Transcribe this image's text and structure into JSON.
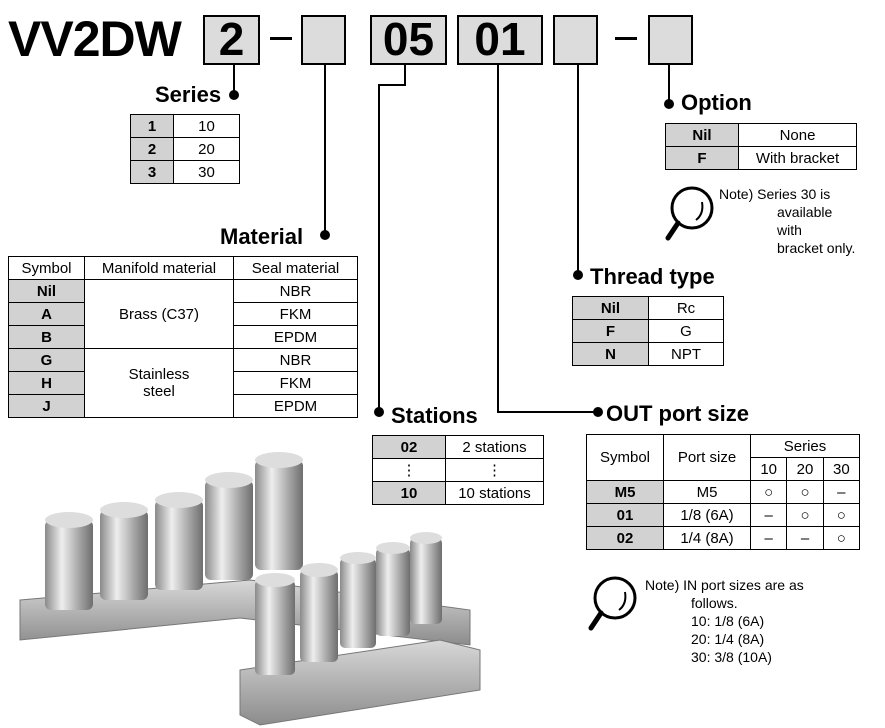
{
  "model": {
    "prefix": "VV2DW",
    "boxes": [
      "2",
      "",
      "05",
      "01",
      "",
      ""
    ],
    "dash": "–"
  },
  "series": {
    "title": "Series",
    "rows": [
      [
        "1",
        "10"
      ],
      [
        "2",
        "20"
      ],
      [
        "3",
        "30"
      ]
    ]
  },
  "material": {
    "title": "Material",
    "headers": [
      "Symbol",
      "Manifold material",
      "Seal material"
    ],
    "rows": [
      {
        "symbol": "Nil",
        "manifold": "Brass (C37)",
        "seal": "NBR"
      },
      {
        "symbol": "A",
        "seal": "FKM"
      },
      {
        "symbol": "B",
        "seal": "EPDM"
      },
      {
        "symbol": "G",
        "manifold": "Stainless steel",
        "seal": "NBR"
      },
      {
        "symbol": "H",
        "seal": "FKM"
      },
      {
        "symbol": "J",
        "seal": "EPDM"
      }
    ]
  },
  "stations": {
    "title": "Stations",
    "rows": [
      [
        "02",
        "2 stations"
      ],
      [
        "⋮",
        "⋮"
      ],
      [
        "10",
        "10 stations"
      ]
    ]
  },
  "option": {
    "title": "Option",
    "rows": [
      [
        "Nil",
        "None"
      ],
      [
        "F",
        "With bracket"
      ]
    ],
    "note": [
      "Note)  Series 30 is",
      "available with",
      "bracket only."
    ]
  },
  "thread": {
    "title": "Thread type",
    "rows": [
      [
        "Nil",
        "Rc"
      ],
      [
        "F",
        "G"
      ],
      [
        "N",
        "NPT"
      ]
    ]
  },
  "out_port": {
    "title": "OUT port size",
    "headers": {
      "symbol": "Symbol",
      "port": "Port size",
      "series": "Series",
      "cols": [
        "10",
        "20",
        "30"
      ]
    },
    "rows": [
      {
        "symbol": "M5",
        "port": "M5",
        "s": [
          "○",
          "○",
          "–"
        ]
      },
      {
        "symbol": "01",
        "port": "1/8 (6A)",
        "s": [
          "–",
          "○",
          "○"
        ]
      },
      {
        "symbol": "02",
        "port": "1/4 (8A)",
        "s": [
          "–",
          "–",
          "○"
        ]
      }
    ],
    "note": [
      "Note) IN port sizes are as",
      "follows.",
      "10: 1/8 (6A)",
      "20: 1/4 (8A)",
      "30: 3/8 (10A)"
    ]
  }
}
